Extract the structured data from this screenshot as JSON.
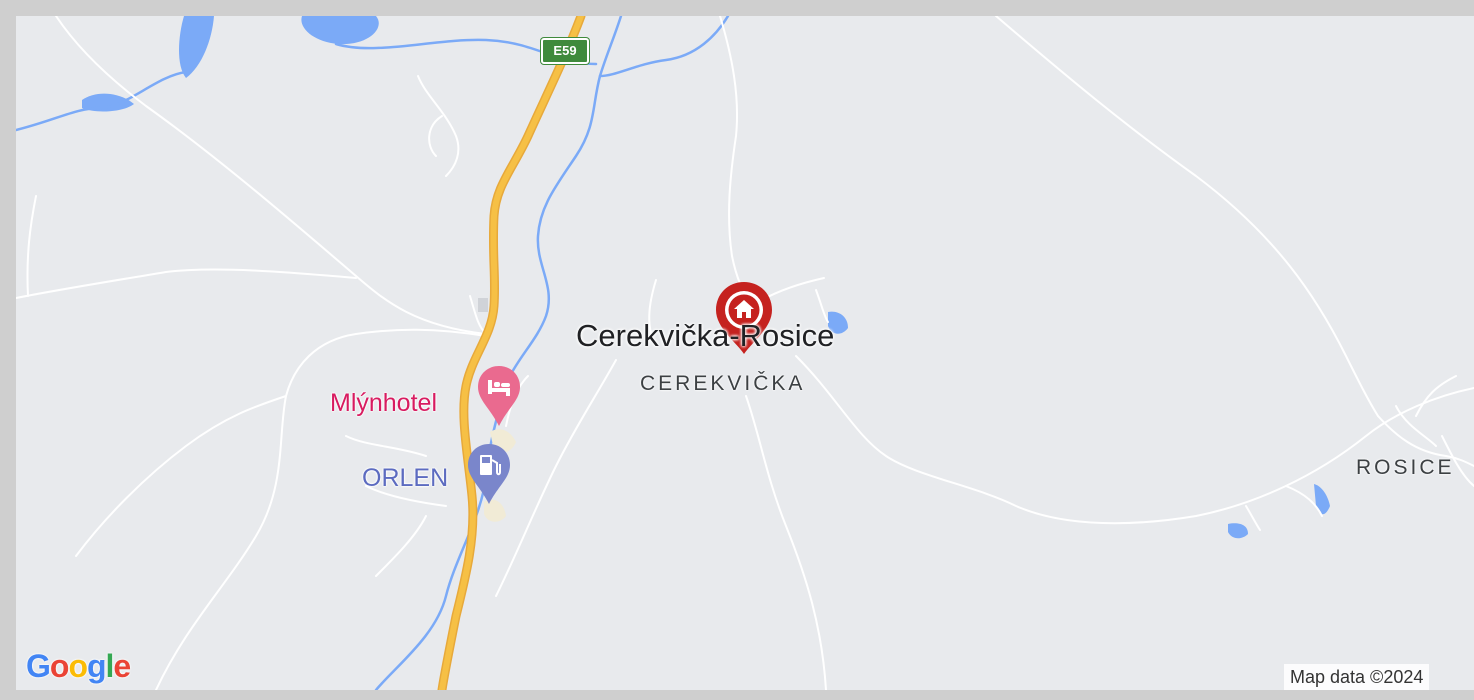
{
  "map": {
    "road_shield": "E59",
    "labels": {
      "town": "Cerekvička-Rosice",
      "district_1": "CEREKVIČKA",
      "district_2": "ROSICE"
    },
    "pois": {
      "hotel": "Mlýnhotel",
      "fuel": "ORLEN"
    },
    "branding": {
      "google": [
        "G",
        "o",
        "o",
        "g",
        "l",
        "e"
      ],
      "google_colors": [
        "#4285F4",
        "#EA4335",
        "#FBBC05",
        "#4285F4",
        "#34A853",
        "#EA4335"
      ]
    },
    "attribution": "Map data ©2024",
    "colors": {
      "land": "#e8eaed",
      "water": "#7baaf7",
      "highway": "#f6c045",
      "marker_home": "#c5221f",
      "marker_hotel": "#ea6a8f",
      "marker_fuel": "#7a86cb"
    },
    "icons": {
      "home_marker": "home-pin-icon",
      "hotel_marker": "bed-icon",
      "fuel_marker": "fuel-pump-icon"
    }
  }
}
